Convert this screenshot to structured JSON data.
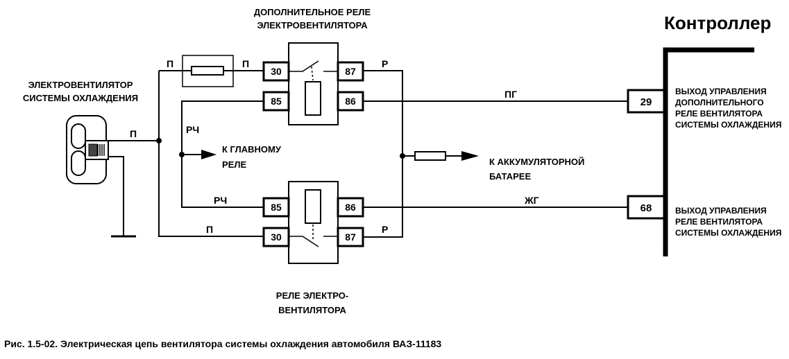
{
  "controller": {
    "title": "Контроллер",
    "outputs": [
      {
        "pin": "29",
        "description": [
          "ВЫХОД УПРАВЛЕНИЯ",
          "ДОПОЛНИТЕЛЬНОГО",
          "РЕЛЕ ВЕНТИЛЯТОРА",
          "СИСТЕМЫ ОХЛАЖДЕНИЯ"
        ]
      },
      {
        "pin": "68",
        "description": [
          "ВЫХОД УПРАВЛЕНИЯ",
          "РЕЛЕ ВЕНТИЛЯТОРА",
          "СИСТЕМЫ ОХЛАЖДЕНИЯ"
        ]
      }
    ]
  },
  "additional_relay": {
    "title": [
      "ДОПОЛНИТЕЛЬНОЕ РЕЛЕ",
      "ЭЛЕКТРОВЕНТИЛЯТОРА"
    ],
    "pins": {
      "p30": "30",
      "p85": "85",
      "p87": "87",
      "p86": "86"
    }
  },
  "main_relay": {
    "title": [
      "РЕЛЕ ЭЛЕКТРО-",
      "ВЕНТИЛЯТОРА"
    ],
    "pins": {
      "p85": "85",
      "p30": "30",
      "p86": "86",
      "p87": "87"
    }
  },
  "fan": {
    "label": [
      "ЭЛЕКТРОВЕНТИЛЯТОР",
      "СИСТЕМЫ ОХЛАЖДЕНИЯ"
    ]
  },
  "wire_colors": {
    "fuse_left": "П",
    "fuse_right": "П",
    "fan_out": "П",
    "main30": "П",
    "rc_vertical": "РЧ",
    "rc_main85": "РЧ",
    "r_top": "Р",
    "r_bottom": "Р",
    "pg": "ПГ",
    "zhg": "ЖГ"
  },
  "targets": {
    "main_relay": [
      "К ГЛАВНОМУ",
      "РЕЛЕ"
    ],
    "battery": [
      "К АККУМУЛЯТОРНОЙ",
      "БАТАРЕЕ"
    ]
  },
  "caption": "Рис. 1.5-02. Электрическая цепь вентилятора системы охлаждения автомобиля ВАЗ-11183"
}
